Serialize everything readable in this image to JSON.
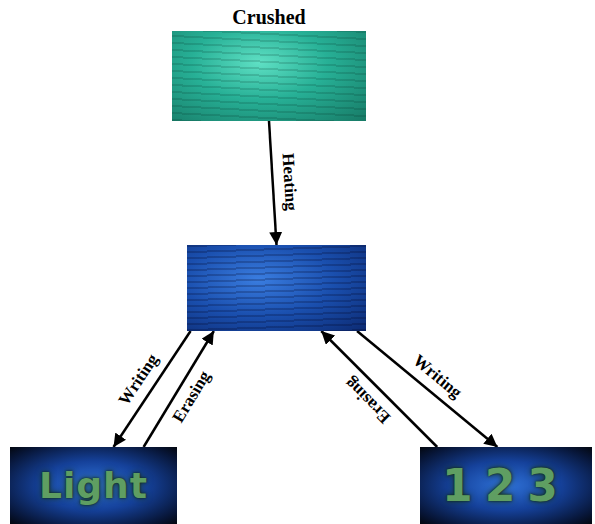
{
  "diagram": {
    "nodes": [
      {
        "text": [
          "Crushed"
        ]
      },
      {
        "text": []
      },
      {
        "text": [
          "Light"
        ]
      },
      {
        "text": [
          "123"
        ]
      }
    ],
    "edges": [
      {
        "from": 0,
        "to": 1,
        "label": "Heating",
        "arrow": "to"
      },
      {
        "from": 1,
        "to": 2,
        "label": "Writing",
        "arrow": "to"
      },
      {
        "from": 2,
        "to": 1,
        "label": "Erasing",
        "arrow": "to"
      },
      {
        "from": 1,
        "to": 3,
        "label": "Writing",
        "arrow": "to"
      },
      {
        "from": 3,
        "to": 1,
        "label": "Erasing",
        "arrow": "to"
      }
    ]
  }
}
